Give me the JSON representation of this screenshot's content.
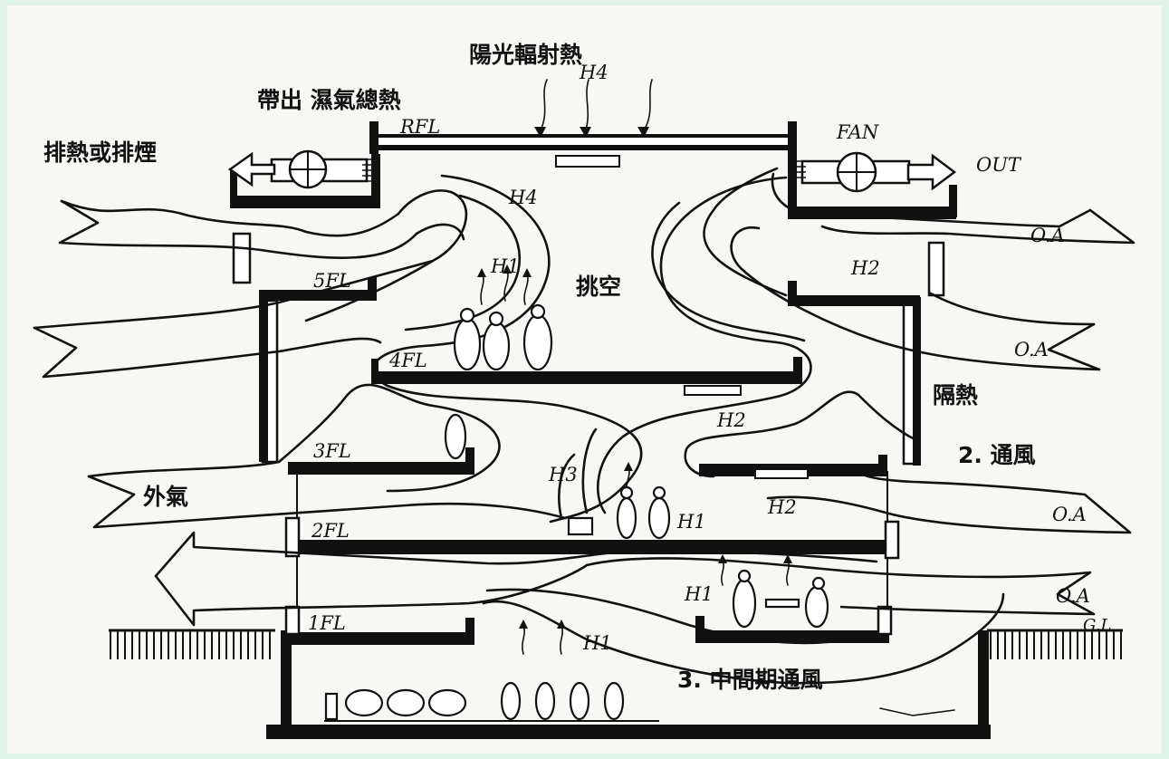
{
  "labels": {
    "solar_heat": "陽光輻射熱",
    "carry_out": "帶出 濕氣總熱",
    "exhaust": "排熱或排煙",
    "atrium": "挑空",
    "insulation": "隔熱",
    "outside_air": "外氣",
    "ventilation": "2. 通風",
    "midseason": "3. 中間期通風",
    "fan": "FAN",
    "out": "OUT",
    "rfl": "RFL",
    "fl5": "5FL",
    "fl4": "4FL",
    "fl3": "3FL",
    "fl2": "2FL",
    "fl1": "1FL",
    "gl": "G.L",
    "oa": "O.A",
    "h1": "H1",
    "h2": "H2",
    "h3": "H3",
    "h4": "H4"
  }
}
